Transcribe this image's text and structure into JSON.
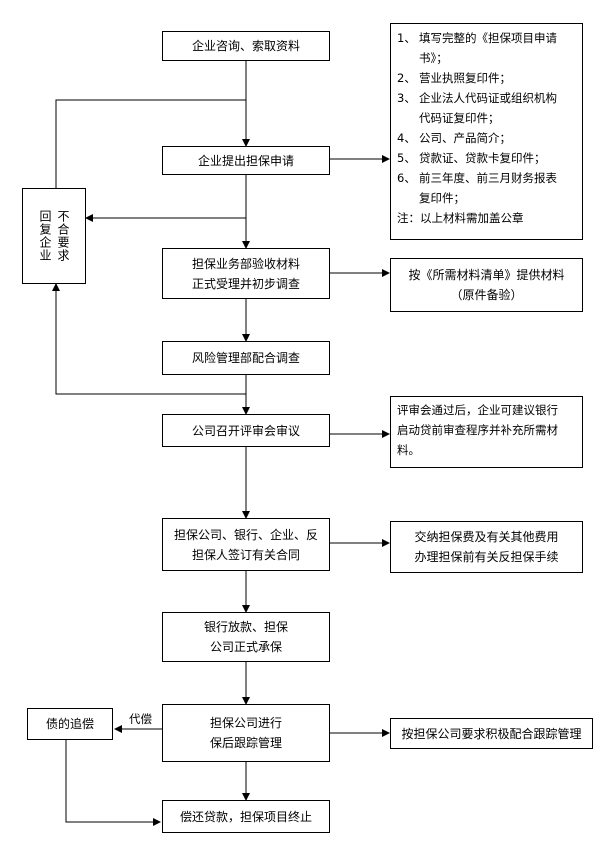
{
  "steps": {
    "s1": "企业咨询、索取资料",
    "s2": "企业提出担保申请",
    "s3_l1": "担保业务部验收材料",
    "s3_l2": "正式受理并初步调查",
    "s4": "风险管理部配合调查",
    "s5": "公司召开评审会审议",
    "s6_l1": "担保公司、银行、企业、反",
    "s6_l2": "担保人签订有关合同",
    "s7_l1": "银行放款、担保",
    "s7_l2": "公司正式承保",
    "s8_l1": "担保公司进行",
    "s8_l2": "保后跟踪管理",
    "s9": "偿还贷款，担保项目终止"
  },
  "required_docs": {
    "items": [
      {
        "num": "1、",
        "text": "填写完整的《担保项目申请",
        "cont": "书》；"
      },
      {
        "num": "2、",
        "text": "营业执照复印件；",
        "cont": ""
      },
      {
        "num": "3、",
        "text": "企业法人代码证或组织机构",
        "cont": "代码证复印件；"
      },
      {
        "num": "4、",
        "text": "公司、产品简介；",
        "cont": ""
      },
      {
        "num": "5、",
        "text": "贷款证、贷款卡复印件；",
        "cont": ""
      },
      {
        "num": "6、",
        "text": "前三年度、前三月财务报表",
        "cont": "复印件；"
      }
    ],
    "note": "注：以上材料需加盖公章"
  },
  "side": {
    "reply_col1": "不合要求",
    "reply_col2": "回复企业",
    "materials_l1": "按《所需材料清单》提供材料",
    "materials_l2": "（原件备验）",
    "review_l1": "评审会通过后，企业可建议银行",
    "review_l2": "启动贷前审查程序并补充所需材",
    "review_l3": "料。",
    "fees_l1": "交纳担保费及有关其他费用",
    "fees_l2": "办理担保前有关反担保手续",
    "tracking": "按担保公司要求积极配合跟踪管理",
    "recovery": "债的追偿",
    "compensation_label": "代偿"
  }
}
